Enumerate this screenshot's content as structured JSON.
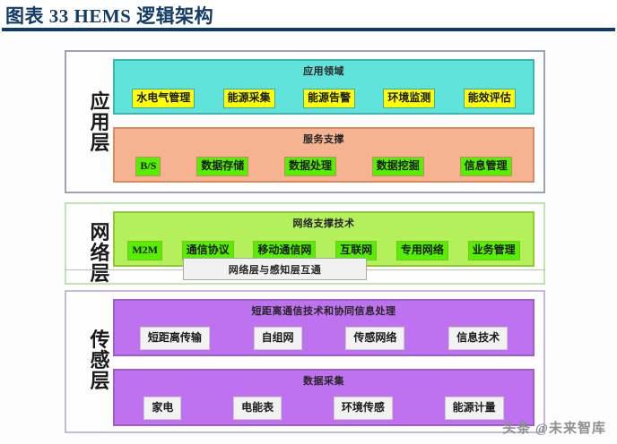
{
  "title": "图表 33   HEMS 逻辑架构",
  "watermark": "头条 @未来智库",
  "diagram": {
    "type": "layered-architecture",
    "layers": [
      {
        "id": "application",
        "label": "应用层",
        "label_chars": [
          "应",
          "用",
          "层"
        ],
        "border_color": "#9aa5b1",
        "groups": [
          {
            "id": "app-domain",
            "title": "应用领域",
            "band_color": "#5FE3DA",
            "chip_color": "#FFFF00",
            "chips": [
              "水电气管理",
              "能源采集",
              "能源告警",
              "环境监测",
              "能效评估"
            ]
          },
          {
            "id": "service-support",
            "title": "服务支撑",
            "band_color": "#F6B392",
            "chip_color": "#55F000",
            "chips": [
              "B/S",
              "数据存储",
              "数据处理",
              "数据挖掘",
              "信息管理"
            ]
          }
        ]
      },
      {
        "id": "network",
        "label": "网络层",
        "label_chars": [
          "网",
          "络",
          "层"
        ],
        "border_color": "#BEE6B0",
        "groups": [
          {
            "id": "network-tech",
            "title": "网络支撑技术",
            "band_color": "#B4F05C",
            "chip_color": "#55F000",
            "chips": [
              "M2M",
              "通信协议",
              "移动通信网",
              "互联网",
              "专用网络",
              "业务管理"
            ]
          }
        ]
      },
      {
        "id": "sensing",
        "label": "传感层",
        "label_chars": [
          "传",
          "感",
          "层"
        ],
        "border_color": "#C9B8DE",
        "groups": [
          {
            "id": "short-range",
            "title": "短距离通信技术和协同信息处理",
            "band_color": "#BE72F0",
            "chip_color": "#F2F2F2",
            "chips": [
              "短距离传输",
              "自组网",
              "传感网络",
              "信息技术"
            ]
          },
          {
            "id": "data-collect",
            "title": "数据采集",
            "band_color": "#BE72F0",
            "chip_color": "#F2F2F2",
            "chips": [
              "家电",
              "电能表",
              "环境传感",
              "能源计量"
            ]
          }
        ]
      }
    ],
    "connector": {
      "id": "interop",
      "label": "网络层与感知层互通"
    }
  }
}
